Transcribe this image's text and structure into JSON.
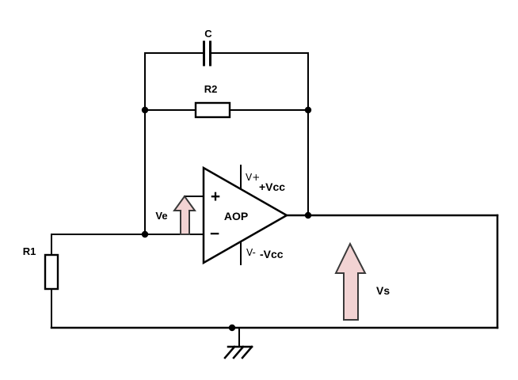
{
  "diagram_type": "circuit-schematic",
  "description": "Operational amplifier circuit with RC feedback network, input resistor, supply pins and input/output voltage arrows",
  "components": {
    "capacitor": {
      "label": "C"
    },
    "feedback_resistor": {
      "label": "R2"
    },
    "input_resistor": {
      "label": "R1"
    },
    "opamp": {
      "label": "AOP",
      "plus_input": "+",
      "minus_input": "−",
      "vplus_pin": "V+",
      "vminus_pin": "V-",
      "positive_supply": "+Vcc",
      "negative_supply": "-Vcc"
    },
    "input_voltage": {
      "label": "Ve"
    },
    "output_voltage": {
      "label": "Vs"
    }
  },
  "colors": {
    "wire": "#000000",
    "arrow_fill": "#f2d3d3",
    "arrow_stroke": "#3a3a3a",
    "background": "#ffffff"
  }
}
